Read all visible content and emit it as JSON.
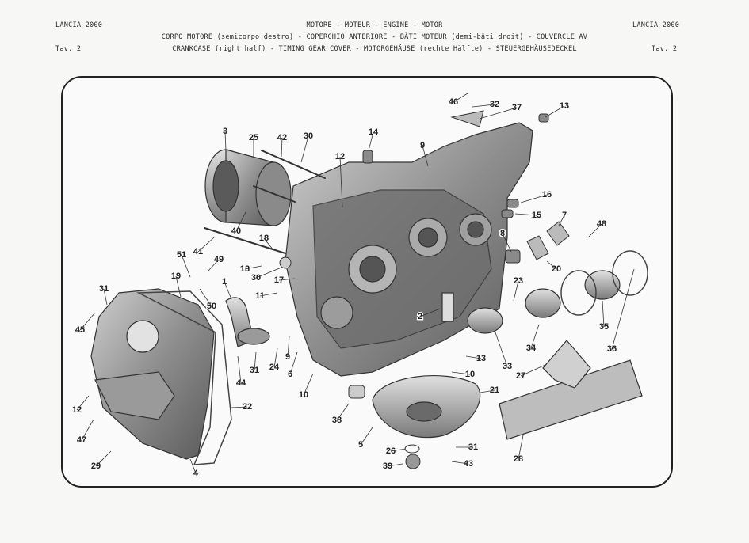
{
  "header": {
    "left_title": "LANCIA 2000",
    "right_title": "LANCIA 2000",
    "left_plate": "Tav. 2",
    "right_plate": "Tav. 2",
    "line1": "MOTORE  -  MOTEUR  -  ENGINE  -  MOTOR",
    "line2": "CORPO MOTORE (semicorpo destro) - COPERCHIO ANTERIORE  -  BÂTI MOTEUR (demi-bâti droit) - COUVERCLE AV",
    "line3": "CRANKCASE (right half) - TIMING GEAR COVER  -  MOTORGEHÄUSE (rechte Hälfte) - STEUERGEHÄUSEDECKEL"
  },
  "part_labels": [
    "46",
    "32",
    "37",
    "13",
    "3",
    "25",
    "42",
    "30",
    "14",
    "9",
    "12",
    "16",
    "15",
    "7",
    "48",
    "8",
    "20",
    "18",
    "41",
    "40",
    "13",
    "49",
    "30",
    "51",
    "17",
    "19",
    "1",
    "11",
    "50",
    "31",
    "45",
    "23",
    "2",
    "34",
    "35",
    "36",
    "33",
    "13",
    "10",
    "27",
    "10",
    "9",
    "6",
    "24",
    "31",
    "44",
    "21",
    "22",
    "12",
    "38",
    "47",
    "5",
    "26",
    "31",
    "43",
    "39",
    "29",
    "4",
    "28"
  ]
}
